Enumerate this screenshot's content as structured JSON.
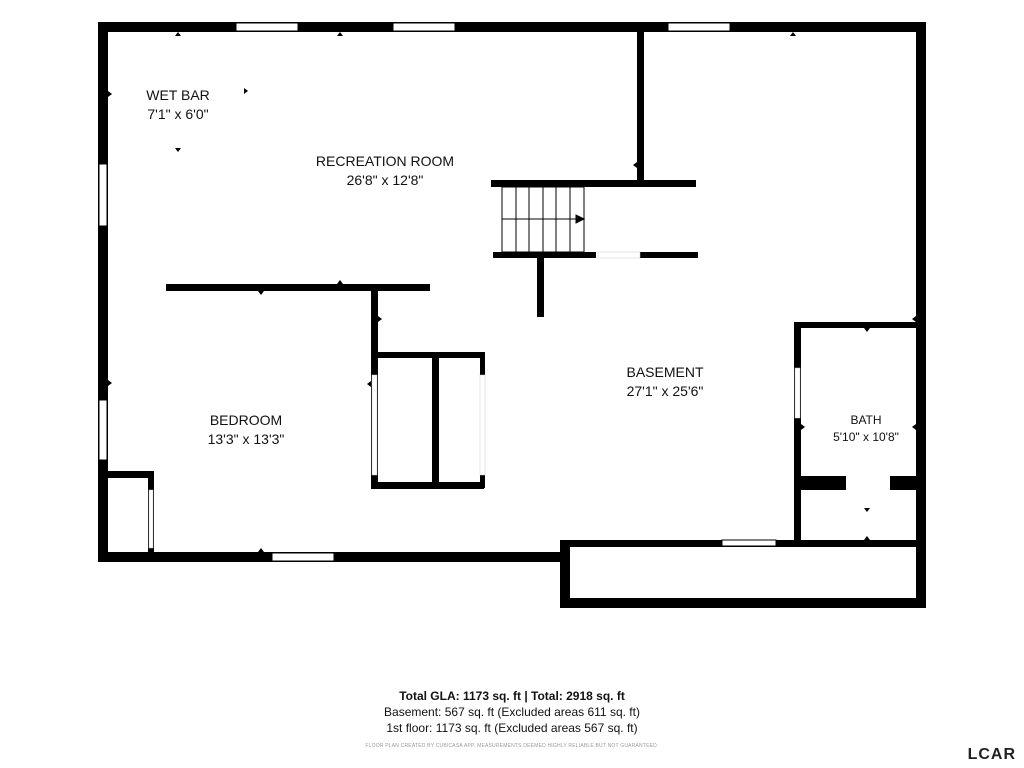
{
  "rooms": [
    {
      "name": "WET BAR",
      "dims": "7'1\" x 6'0\""
    },
    {
      "name": "RECREATION ROOM",
      "dims": "26'8\" x 12'8\""
    },
    {
      "name": "BEDROOM",
      "dims": "13'3\" x 13'3\""
    },
    {
      "name": "BASEMENT",
      "dims": "27'1\" x 25'6\""
    },
    {
      "name": "BATH",
      "dims": "5'10\" x 10'8\""
    }
  ],
  "summary": {
    "total": "Total GLA: 1173 sq. ft | Total: 2918 sq. ft",
    "basement": "Basement: 567 sq. ft (Excluded areas 611 sq. ft)",
    "first_floor": "1st floor: 1173 sq. ft (Excluded areas 567 sq. ft)"
  },
  "disclaimer": "FLOOR PLAN CREATED BY CUBICASA APP. MEASUREMENTS DEEMED HIGHLY RELIABLE BUT NOT GUARANTEED.",
  "logo": "LCAR",
  "colors": {
    "wall": "#000000",
    "window": "#ffffff",
    "background": "#ffffff"
  }
}
